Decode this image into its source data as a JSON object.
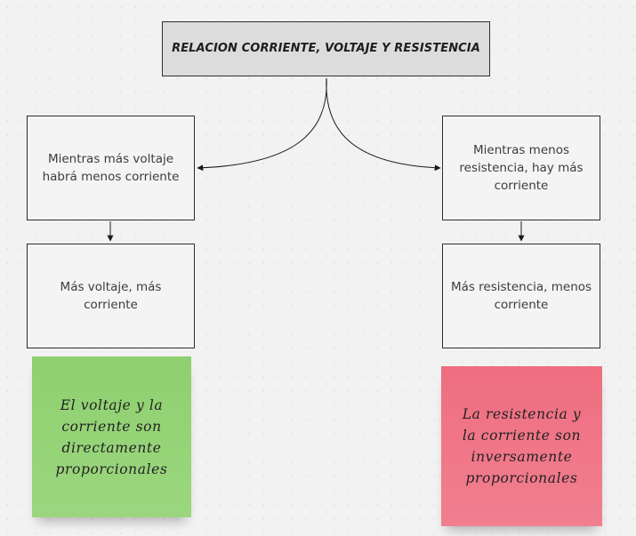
{
  "diagram": {
    "title": "RELACION CORRIENTE, VOLTAJE Y RESISTENCIA",
    "left_box_1": "Mientras más voltaje habrá menos corriente",
    "left_box_2": "Más voltaje, más corriente",
    "right_box_1": "Mientras menos resistencia, hay más corriente",
    "right_box_2": "Más resistencia, menos corriente"
  },
  "stickies": {
    "green": {
      "text": "El voltaje y la corriente son directamente proporcionales",
      "color": "#94d375"
    },
    "pink": {
      "text": "La resistencia y la corriente son inversamente proporcionales",
      "color": "#f07585"
    }
  }
}
